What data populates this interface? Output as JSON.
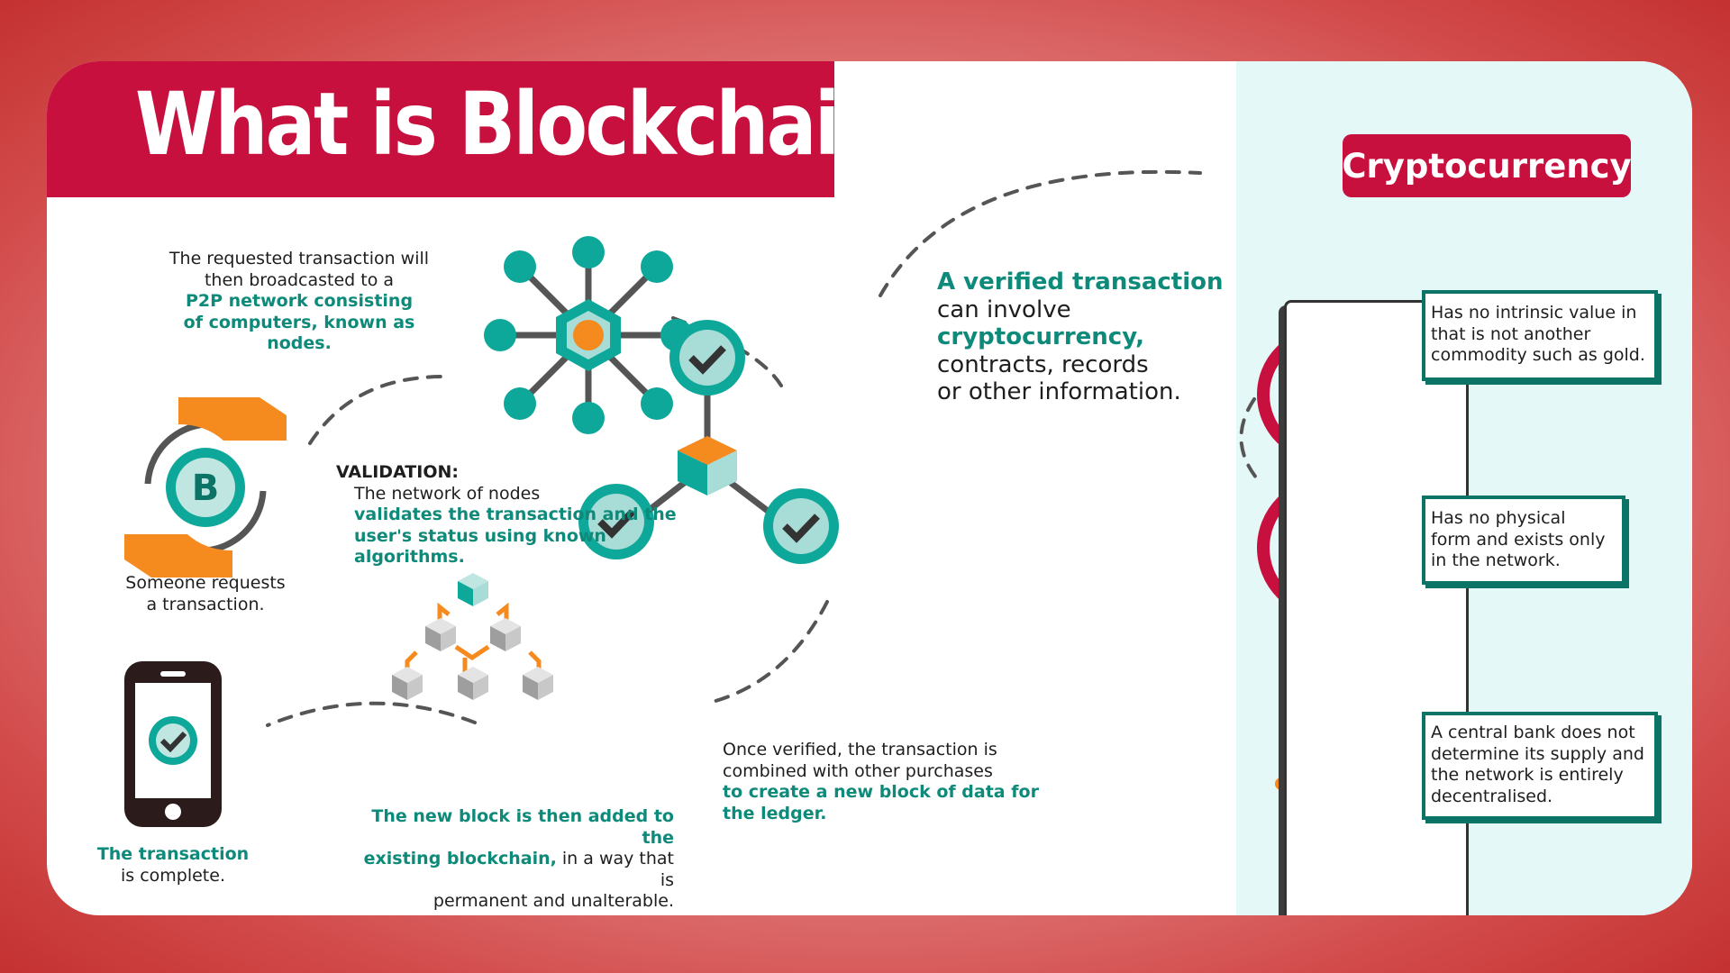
{
  "title": "What is Blockchain?",
  "badge": "Cryptocurrency",
  "steps": {
    "request": {
      "text": "Someone requests\na transaction."
    },
    "broadcast": {
      "line1": "The requested transaction will",
      "line2": "then broadcasted to a",
      "highlight1": "P2P network consisting",
      "highlight2": "of computers, known as nodes."
    },
    "validation": {
      "heading": "VALIDATION:",
      "line1": "The network of nodes",
      "highlight1": "validates the transaction and the",
      "highlight2": "user's status using known algorithms."
    },
    "verified": {
      "highlight1": "A verified transaction",
      "line1": "can involve",
      "highlight2": "cryptocurrency,",
      "line2": "contracts, records",
      "line3": "or other information."
    },
    "combined": {
      "line1": "Once verified, the transaction is",
      "line2": "combined with other purchases",
      "highlight1": "to create a new block of data for",
      "highlight2": "the ledger."
    },
    "added": {
      "highlight1": "The new block is then added to the",
      "highlight2": "existing blockchain,",
      "line1": " in a way that is",
      "line2": "permanent and unalterable."
    },
    "complete": {
      "highlight": "The transaction",
      "line": "is complete."
    }
  },
  "crypto_facts": [
    {
      "lines": [
        "Has no intrinsic value in",
        "that is not another",
        "commodity such as gold."
      ],
      "icon": "no-stock-chart-icon"
    },
    {
      "lines": [
        "Has no physical",
        "form and exists only",
        "in the network."
      ],
      "icon": "no-cash-coins-icon"
    },
    {
      "lines": [
        "A central bank does not",
        "determine its supply and",
        "the network is entirely",
        "decentralised."
      ],
      "icon": "bitcoin-network-icon"
    }
  ],
  "colors": {
    "brand_red": "#c8103e",
    "teal": "#0d8a7a",
    "teal_light": "#a8dcd6",
    "orange": "#f58a1f",
    "panel_bg": "#e5f8f8"
  }
}
